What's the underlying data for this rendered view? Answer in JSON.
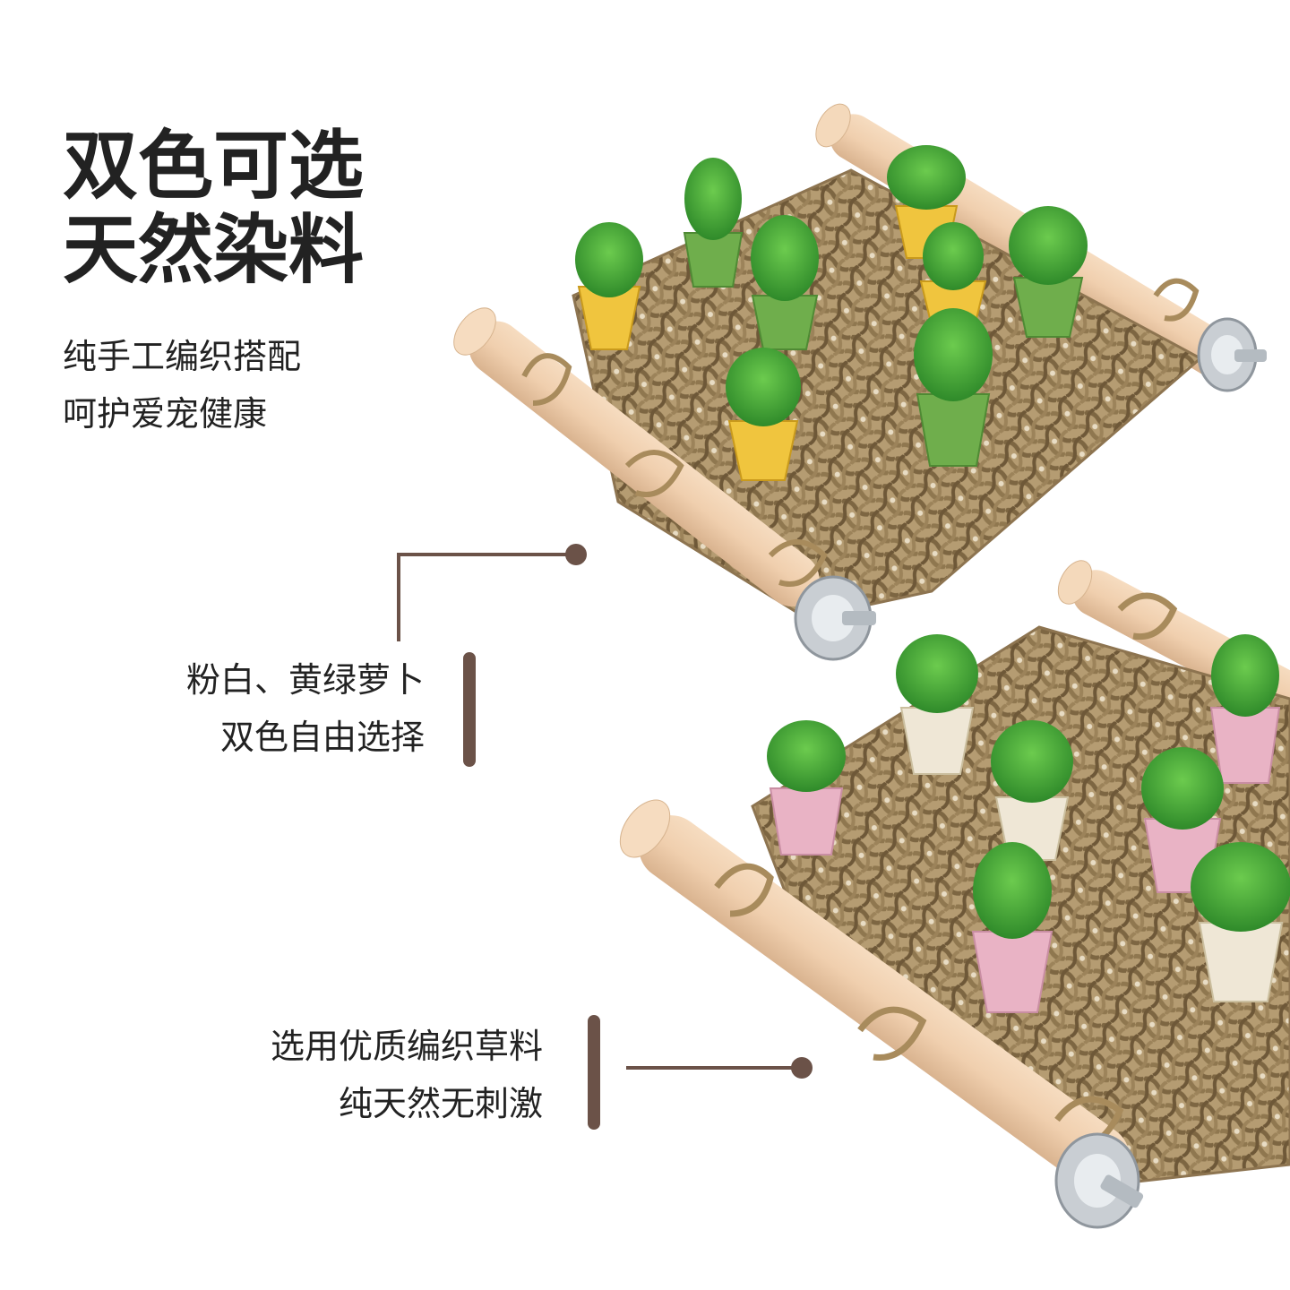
{
  "headline": {
    "line1": "双色可选",
    "line2": "天然染料"
  },
  "subtext": {
    "line1": "纯手工编织搭配",
    "line2": "呵护爱宠健康"
  },
  "callout_colors": {
    "line1": "粉白、黄绿萝卜",
    "line2": "双色自由选择"
  },
  "callout_material": {
    "line1": "选用优质编织草料",
    "line2": "纯天然无刺激"
  },
  "colors": {
    "text": "#222222",
    "accent_bar": "#6b5248",
    "wood": "#f0cfae",
    "seagrass": "#a68c63",
    "carrot_yellow": "#f0c53e",
    "carrot_green": "#6fae4c",
    "carrot_pink": "#e9b3c5",
    "carrot_white": "#efe7d6",
    "leaf": "#3fa436"
  }
}
